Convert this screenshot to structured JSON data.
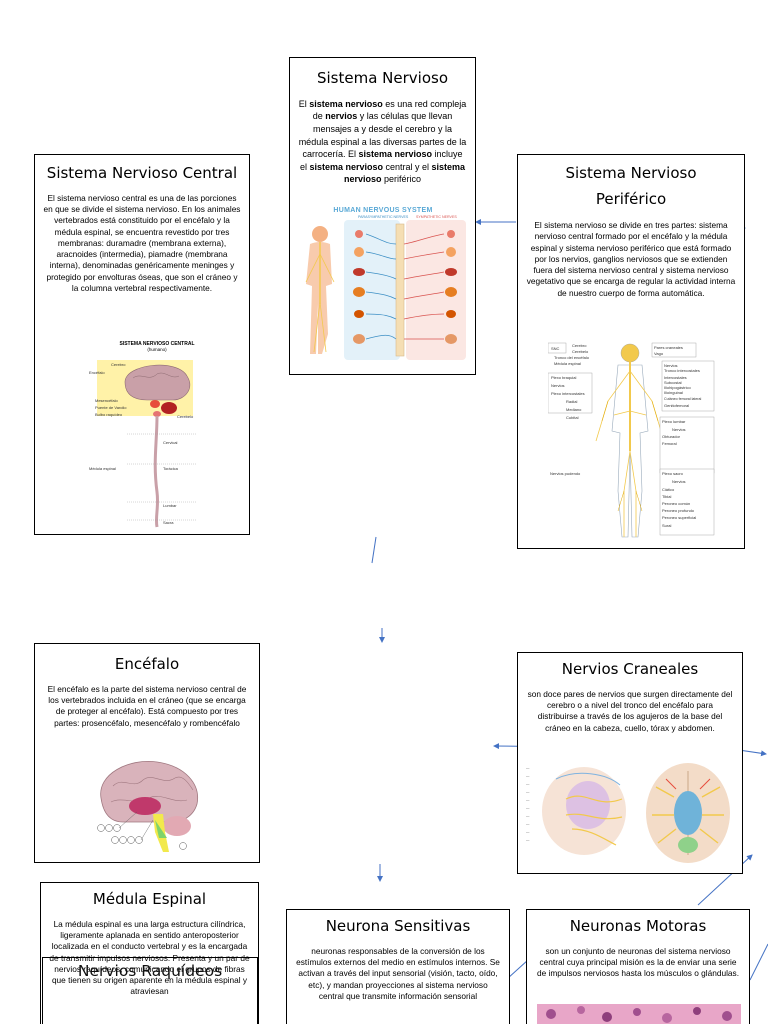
{
  "boxes": {
    "sn": {
      "title": "Sistema Nervioso",
      "p1": "El ",
      "p1b": "sistema nervioso",
      "p2": " es una red compleja de ",
      "p2b": "nervios",
      "p3": " y las células que llevan mensajes a y desde el cerebro y la médula espinal a las diversas partes de la carrocería. El ",
      "p3b": "sistema nervioso",
      "p4": " incluye el ",
      "p4b": "sistema nervioso",
      "p5": " central y el ",
      "p5b": "sistema nervioso",
      "p6": " periférico",
      "fig_title": "HUMAN NERVOUS SYSTEM",
      "fig_left": "PARASYMPATHETIC NERVES",
      "fig_right": "SYMPATHETIC NERVES"
    },
    "snc": {
      "title": "Sistema Nervioso Central",
      "text": "El sistema nervioso central es una de las porciones en que se divide el sistema nervioso. En los animales vertebrados está constituido por el encéfalo y la médula espinal, se encuentra revestido por tres membranas: duramadre (membrana externa), aracnoides (intermedia), piamadre (membrana interna), denominadas genéricamente meninges y protegido por envolturas óseas, que son el cráneo y la columna vertebral respectivamente.",
      "fig_title": "SISTEMA NERVIOSO CENTRAL",
      "fig_sub": "(humano)",
      "fig_labels": [
        "Cerebro",
        "Encéfalo",
        "Mesencéfalo",
        "Puente de Varolio",
        "Bulbo raquídeo",
        "Cerebelo",
        "Cervical",
        "Médula espinal",
        "Torácica",
        "Lumbar",
        "Sacra"
      ]
    },
    "snp": {
      "title": "Sistema Nervioso Periférico",
      "text": "El sistema nervioso se divide en tres partes: sistema nervioso central formado por el encéfalo y la médula espinal y sistema nervioso periférico que está formado por los nervios, ganglios nerviosos que se extienden fuera del sistema nervioso central y sistema nervioso vegetativo que se encarga de regular la actividad interna de nuestro cuerpo de forma automática.",
      "fig_left": [
        "SNC",
        "Cerebro",
        "Cerebelo",
        "Tronco del encéfalo",
        "Médula espinal",
        "Plexo braquial",
        "Nervios",
        "Plexo intercostales",
        "Radial",
        "Mediano",
        "Cubital",
        "Nervios pudendo"
      ],
      "fig_right": [
        "Pares craneales",
        "Vago",
        "Nervios",
        "Tronco intercostales",
        "Intercostales",
        "Subcostal",
        "Iliohipogástrico",
        "Ilioinguinal",
        "Cutáneo femoral lateral",
        "Genitofemoral",
        "Plexo lumbar",
        "Nervios",
        "Obturador",
        "Femoral",
        "Plexo sacro",
        "Nervios",
        "Ciático",
        "Tibial",
        "Peroneo común",
        "Peroneo profundo",
        "Peroneo superficial",
        "Sural"
      ]
    },
    "enc": {
      "title": "Encéfalo",
      "text": "El encéfalo  es la parte del sistema nervioso central de los vertebrados incluida en el cráneo (que se encarga de proteger al encéfalo). Está compuesto por tres partes: prosencéfalo, mesencéfalo y rombencéfalo"
    },
    "nc": {
      "title": "Nervios Craneales",
      "text": "son doce pares de nervios que surgen directamente del cerebro o a nivel del tronco del encéfalo para distribuirse a través de los agujeros de la base del cráneo en la cabeza, cuello, tórax y abdomen."
    },
    "me": {
      "title": "Médula Espinal",
      "text": "La médula espinal es una larga estructura cilíndrica, ligeramente aplanada en sentido anteroposterior localizada en el conducto vertebral y es la encargada de transmitir impulsos nerviosos. Presenta y un par de nervios raquídeos, comunicando el grupos de fibras que tienen su origen aparente en la médula espinal y atraviesan"
    },
    "nr": {
      "title": "Nervios Raquídeos"
    },
    "ns": {
      "title": "Neurona Sensitivas",
      "text": "neuronas responsables de la conversión de los estímulos externos del medio en estímulos internos. Se activan a través del input sensorial (visión, tacto, oído, etc), y mandan proyecciones al sistema nervioso central que transmite información sensorial"
    },
    "nm": {
      "title": "Neuronas Motoras",
      "text": "son un conjunto de neuronas del sistema nervioso central cuya principal misión es la de enviar una serie de impulsos nerviosos hasta los músculos o glándulas."
    }
  },
  "colors": {
    "arrow": "#4472c4",
    "brain": "#c9a0a8",
    "nerve": "#f2c94c"
  }
}
